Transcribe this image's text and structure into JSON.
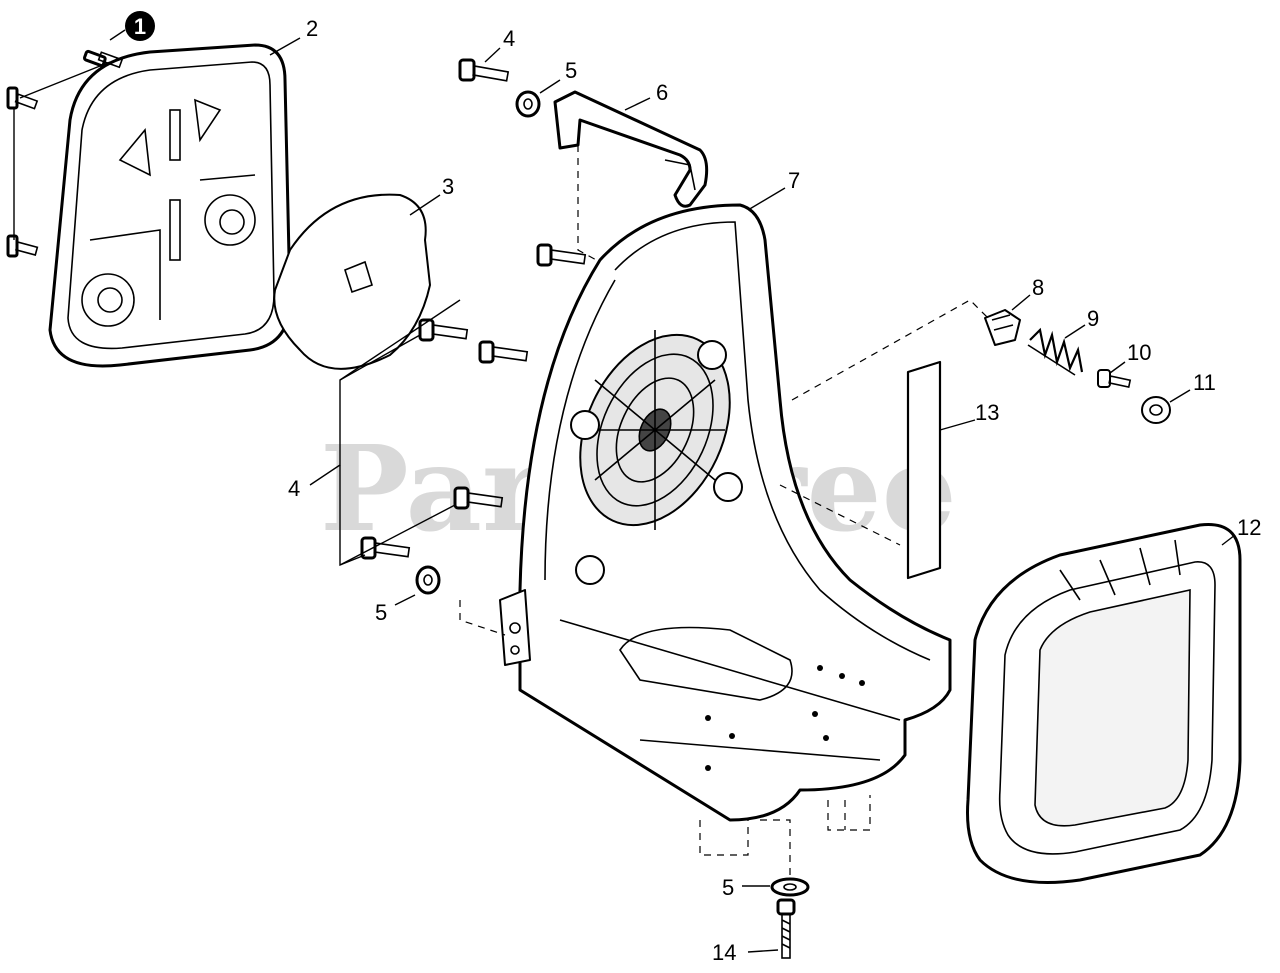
{
  "watermark": {
    "text": "PartsTree",
    "trademark": "™"
  },
  "callouts": [
    {
      "id": "callout-1",
      "text": "1",
      "badge": true
    },
    {
      "id": "callout-2",
      "text": "2"
    },
    {
      "id": "callout-3",
      "text": "3"
    },
    {
      "id": "callout-4-top",
      "text": "4"
    },
    {
      "id": "callout-4-left",
      "text": "4"
    },
    {
      "id": "callout-5-top",
      "text": "5"
    },
    {
      "id": "callout-5-left",
      "text": "5"
    },
    {
      "id": "callout-5-bottom",
      "text": "5"
    },
    {
      "id": "callout-6",
      "text": "6"
    },
    {
      "id": "callout-7",
      "text": "7"
    },
    {
      "id": "callout-8",
      "text": "8"
    },
    {
      "id": "callout-9",
      "text": "9"
    },
    {
      "id": "callout-10",
      "text": "10"
    },
    {
      "id": "callout-11",
      "text": "11"
    },
    {
      "id": "callout-12",
      "text": "12"
    },
    {
      "id": "callout-13",
      "text": "13"
    },
    {
      "id": "callout-14",
      "text": "14"
    }
  ],
  "colors": {
    "line": "#000000",
    "watermark": "#d9d9d9",
    "badge": "#000000"
  }
}
